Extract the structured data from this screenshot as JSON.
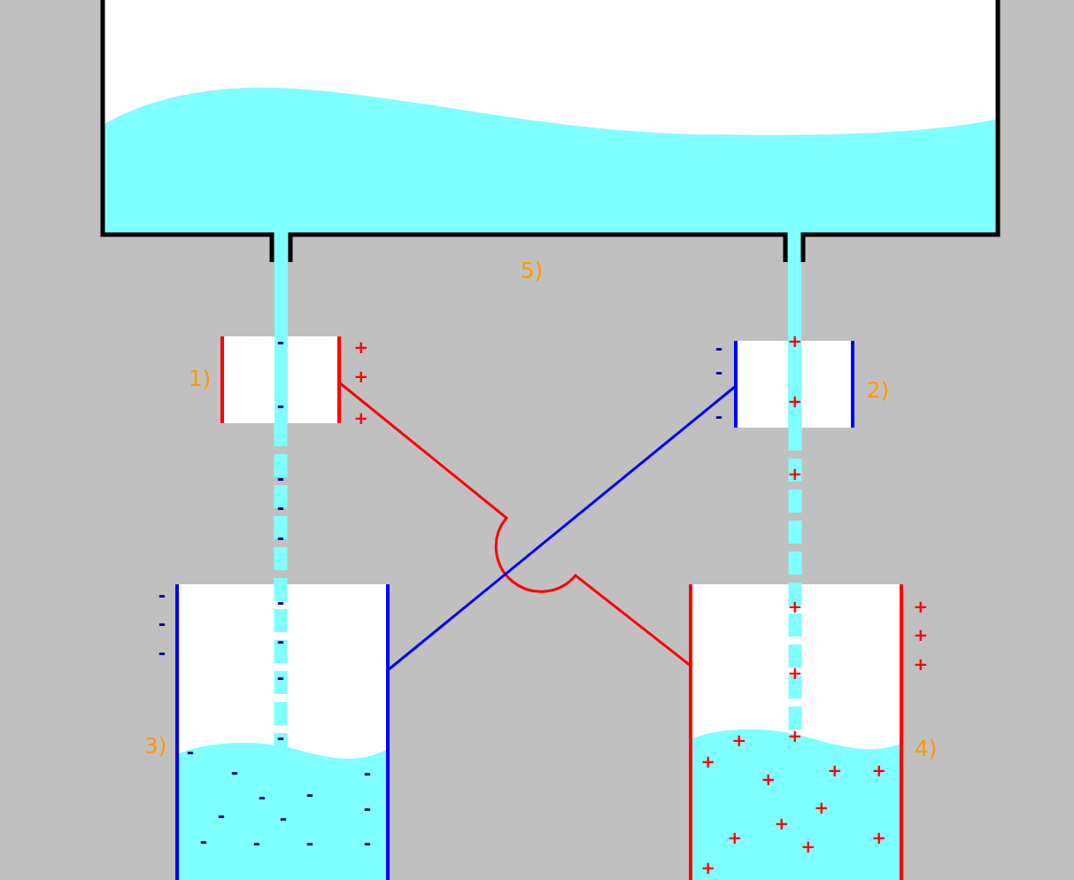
{
  "diagram": {
    "labels": [
      "1)",
      "2)",
      "3)",
      "4)",
      "5)",
      "-",
      "-",
      "+",
      "+",
      "+",
      "-",
      "-",
      "-",
      "-",
      "-",
      "-",
      "-",
      "-",
      "-",
      "-",
      "-",
      "-",
      "-",
      "-",
      "-",
      "-",
      "-",
      "-",
      "-",
      "-",
      "-",
      "-",
      "-",
      "-",
      "-",
      "+",
      "+",
      "+",
      "+",
      "+",
      "+",
      "+",
      "+",
      "+",
      "+",
      "+",
      "+",
      "+",
      "+",
      "+",
      "+",
      "+",
      "+",
      "+",
      "+"
    ]
  }
}
